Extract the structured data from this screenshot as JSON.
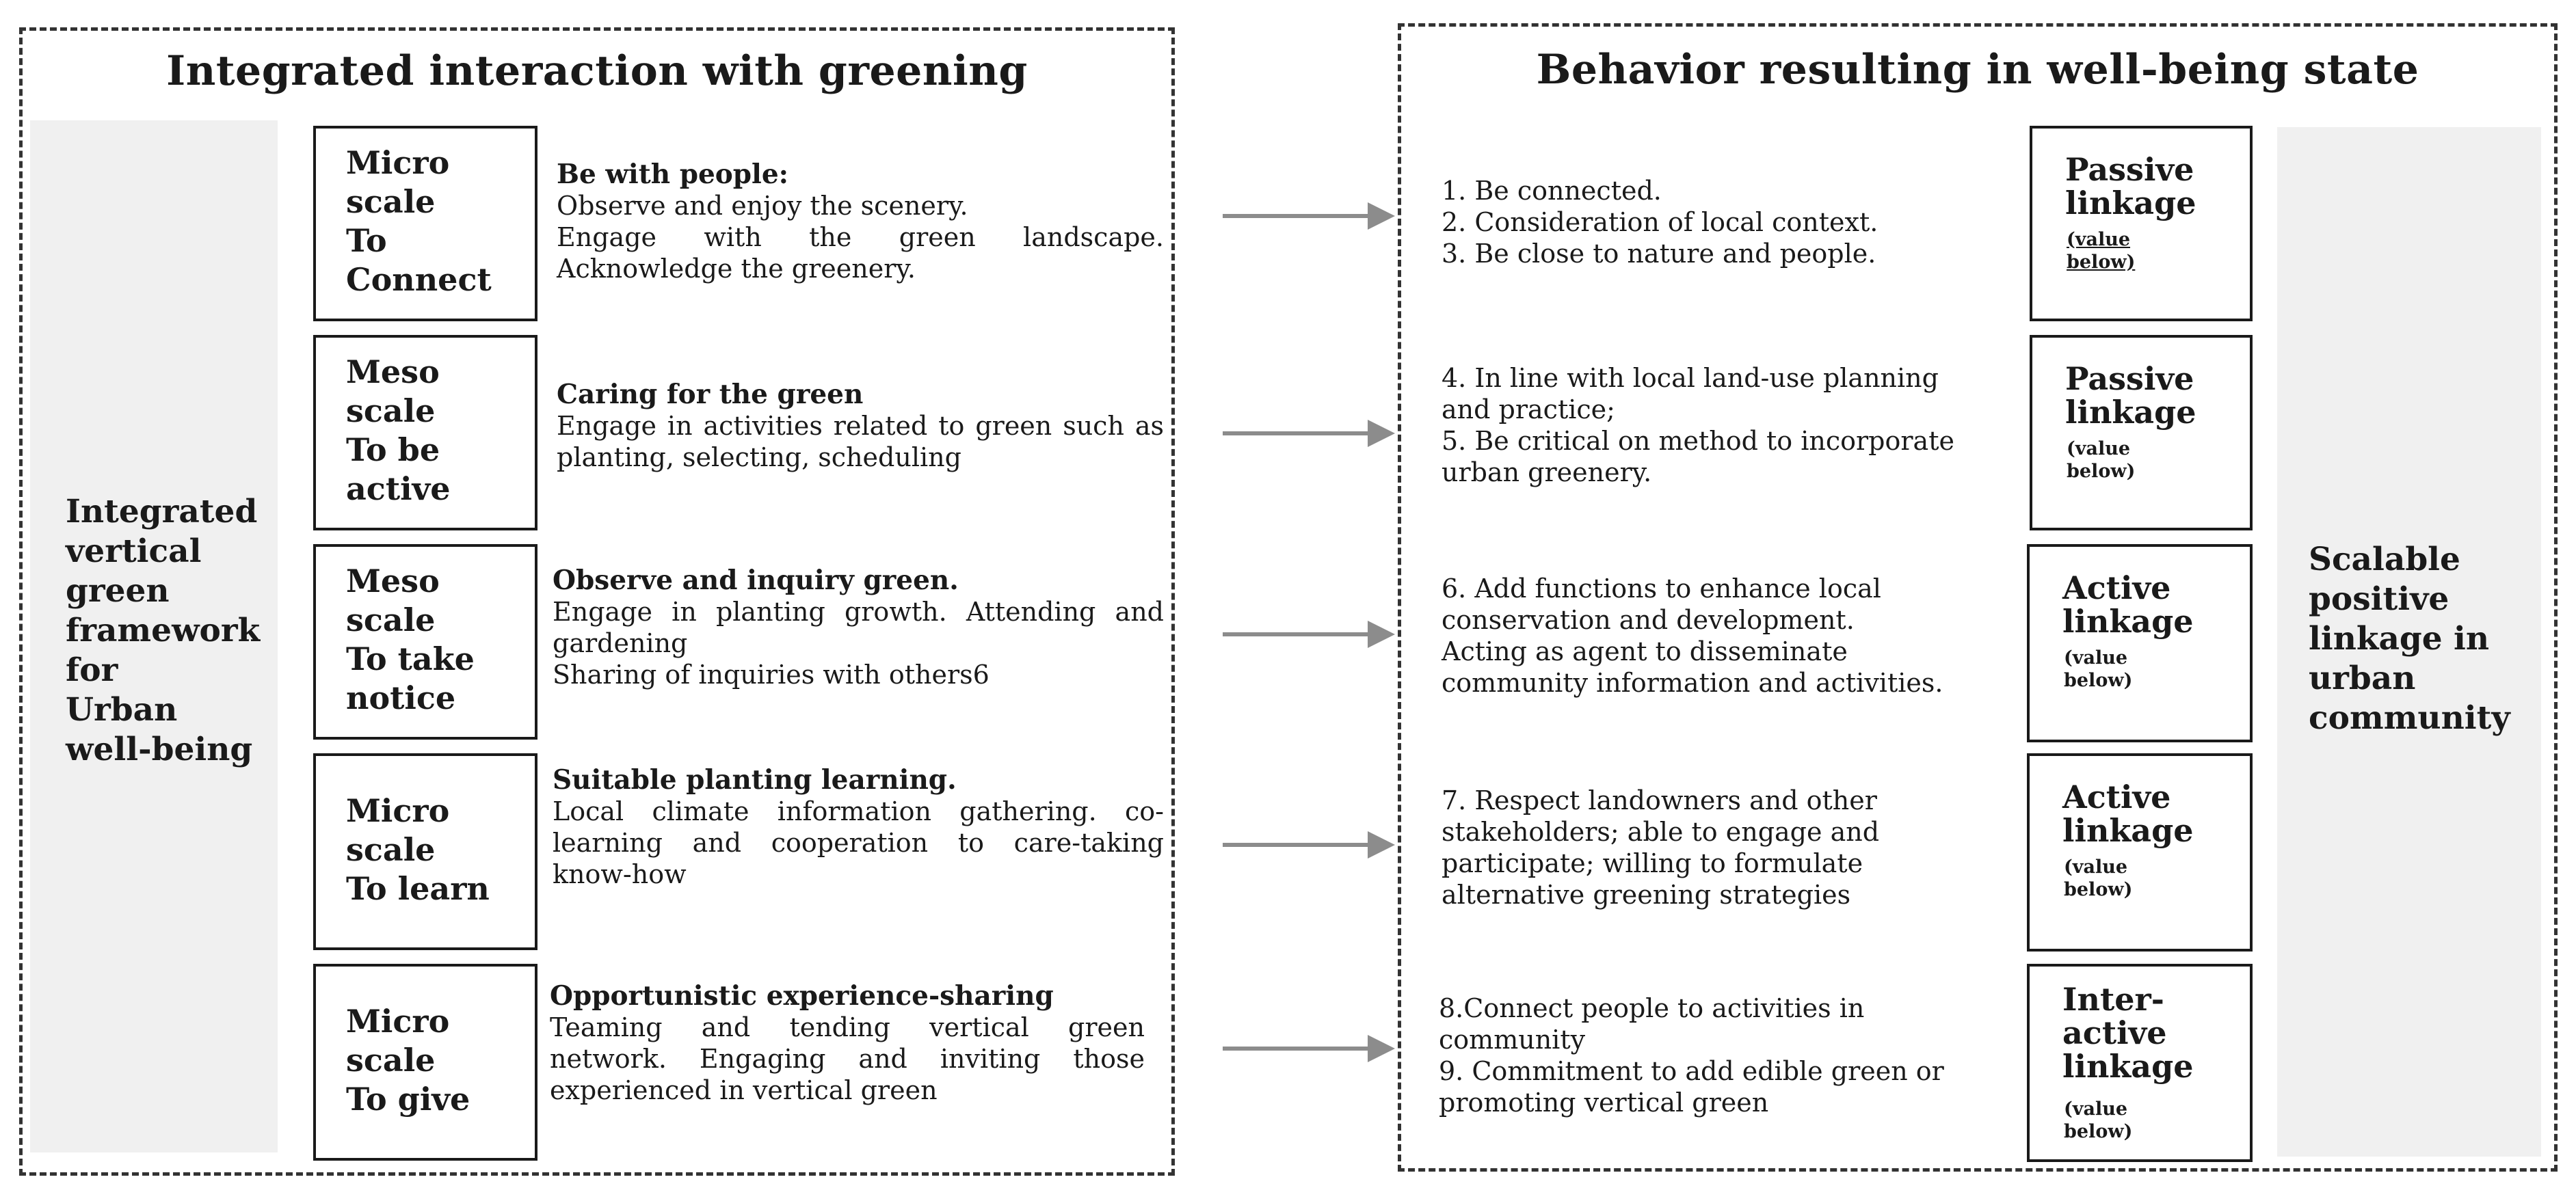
{
  "left_panel": {
    "title": "Integrated interaction with greening",
    "side_label": [
      "Integrated",
      "vertical",
      "green",
      "framework",
      "for",
      "Urban",
      "well-being"
    ],
    "rows": [
      {
        "scale_lines": [
          "Micro",
          "scale",
          "To",
          "Connect"
        ],
        "heading": "Be with people:",
        "body": [
          "Observe and enjoy the scenery.",
          "Engage with the green landscape.",
          "Acknowledge the greenery."
        ]
      },
      {
        "scale_lines": [
          "Meso",
          "scale",
          "To be",
          "active"
        ],
        "heading": "Caring for the green",
        "body": [
          "Engage in activities related to green such as planting, selecting, scheduling"
        ]
      },
      {
        "scale_lines": [
          "Meso",
          "scale",
          "To take",
          "notice"
        ],
        "heading": "Observe and inquiry green.",
        "body": [
          "Engage in planting growth. Attending and gardening",
          "Sharing of inquiries with others6"
        ]
      },
      {
        "scale_lines": [
          "Micro",
          "scale",
          "To learn"
        ],
        "heading": "Suitable planting learning.",
        "body": [
          "Local climate information gathering. co-learning and cooperation to care-taking know-how"
        ]
      },
      {
        "scale_lines": [
          "Micro",
          "scale",
          "To give"
        ],
        "heading": "Opportunistic experience-sharing",
        "body": [
          "Teaming and tending vertical green network. Engaging and inviting those experienced in vertical green"
        ]
      }
    ]
  },
  "right_panel": {
    "title": "Behavior resulting in well-being state",
    "side_label": [
      "Scalable",
      "positive",
      "linkage in",
      "urban",
      "community"
    ],
    "rows": [
      {
        "behaviors": [
          "1. Be connected.",
          "2. Consideration of local context.",
          "3. Be close to nature and people."
        ],
        "linkage_lines": [
          "Passive",
          "linkage"
        ],
        "note_lines": [
          "(value",
          "below)"
        ]
      },
      {
        "behaviors": [
          "4. In line with local land-use planning",
          "and practice;",
          "5. Be critical on method to incorporate",
          "urban greenery."
        ],
        "linkage_lines": [
          "Passive",
          "linkage"
        ],
        "note_lines": [
          "(value",
          "below)"
        ]
      },
      {
        "behaviors": [
          "6. Add functions to enhance local",
          "conservation and development.",
          "Acting as agent to disseminate",
          "community information and activities."
        ],
        "linkage_lines": [
          "Active",
          "linkage"
        ],
        "note_lines": [
          "(value",
          "below)"
        ]
      },
      {
        "behaviors": [
          "7. Respect landowners and other",
          "stakeholders; able to engage and",
          "participate; willing to formulate",
          "alternative greening strategies"
        ],
        "linkage_lines": [
          "Active",
          "linkage"
        ],
        "note_lines": [
          "(value",
          "below)"
        ]
      },
      {
        "behaviors": [
          "8.Connect people to activities in",
          "community",
          "9. Commitment to add edible green or",
          "promoting vertical green"
        ],
        "linkage_lines": [
          "Inter-",
          "active",
          "linkage"
        ],
        "note_lines": [
          "(value",
          "below)"
        ]
      }
    ]
  },
  "colors": {
    "arrow": "#8c8c8c",
    "side_fill": "#f0f0f0",
    "border": "#1a1a1a"
  }
}
